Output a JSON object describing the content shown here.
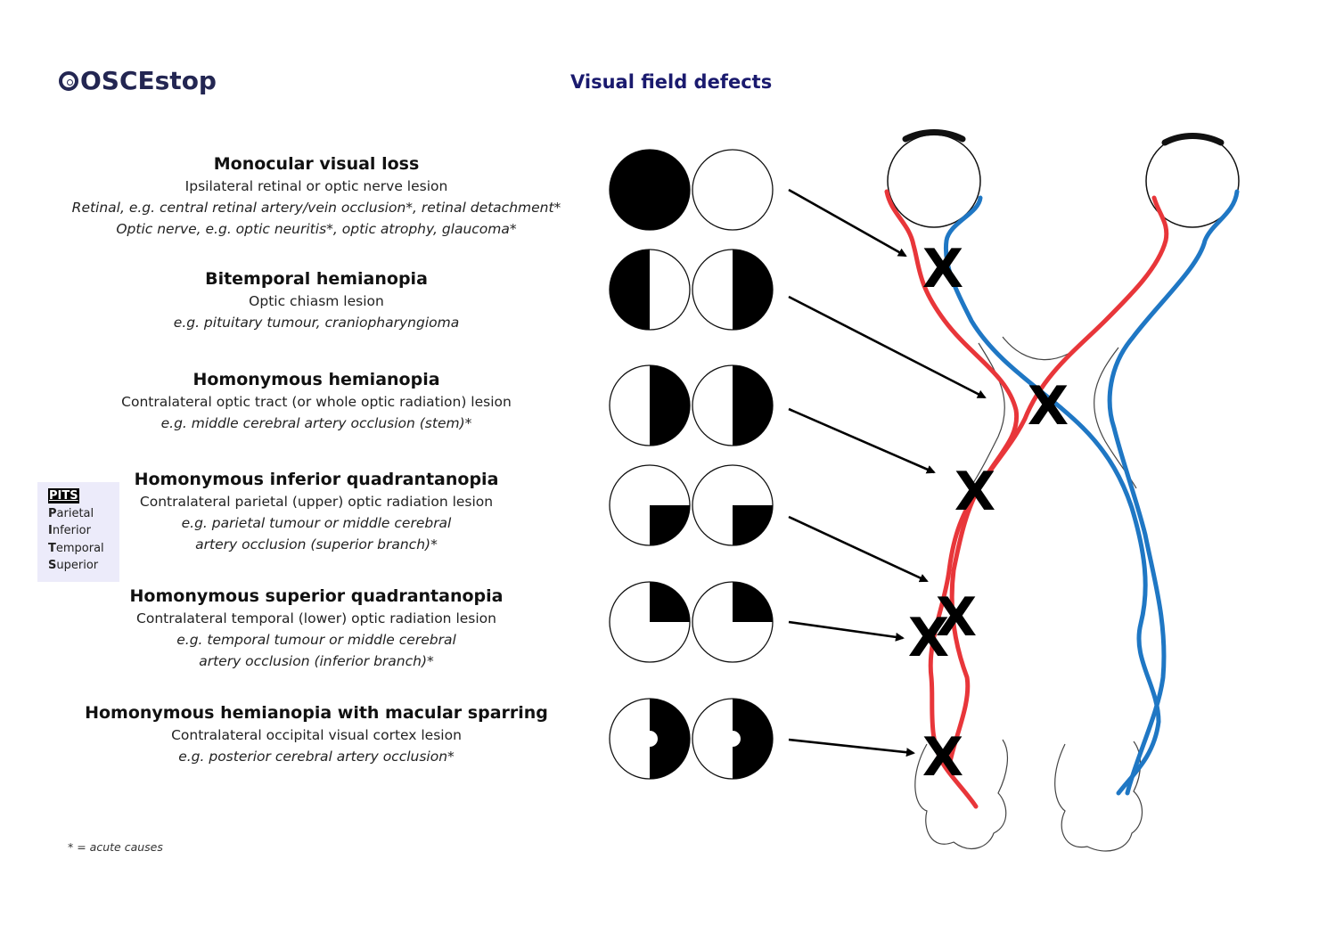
{
  "header": {
    "logo_text": "OSCEstop",
    "title": "Visual field defects"
  },
  "defects": [
    {
      "name": "Monocular visual loss",
      "lines": [
        {
          "text": "Ipsilateral retinal or optic nerve lesion",
          "italic": false
        },
        {
          "text": "Retinal, e.g. central retinal artery/vein occlusion*, retinal detachment*",
          "italic": true
        },
        {
          "text": "Optic nerve, e.g. optic neuritis*, optic atrophy, glaucoma*",
          "italic": true
        }
      ],
      "field_pattern": "left-eye-blind"
    },
    {
      "name": "Bitemporal hemianopia",
      "lines": [
        {
          "text": "Optic chiasm lesion",
          "italic": false
        },
        {
          "text": "e.g. pituitary tumour, craniopharyngioma",
          "italic": true
        }
      ],
      "field_pattern": "bitemporal"
    },
    {
      "name": "Homonymous hemianopia",
      "lines": [
        {
          "text": "Contralateral optic tract (or whole optic radiation) lesion",
          "italic": false
        },
        {
          "text": "e.g. middle cerebral artery occlusion (stem)*",
          "italic": true
        }
      ],
      "field_pattern": "right-homonymous-half"
    },
    {
      "name": "Homonymous inferior quadrantanopia",
      "lines": [
        {
          "text": "Contralateral parietal (upper) optic radiation lesion",
          "italic": false
        },
        {
          "text": "e.g. parietal tumour or middle cerebral",
          "italic": true
        },
        {
          "text": "artery occlusion (superior branch)*",
          "italic": true
        }
      ],
      "field_pattern": "right-inferior-quadrant"
    },
    {
      "name": "Homonymous superior quadrantanopia",
      "lines": [
        {
          "text": "Contralateral temporal (lower) optic radiation lesion",
          "italic": false
        },
        {
          "text": "e.g.  temporal tumour or middle cerebral",
          "italic": true
        },
        {
          "text": "artery occlusion (inferior branch)*",
          "italic": true
        }
      ],
      "field_pattern": "right-superior-quadrant"
    },
    {
      "name": "Homonymous hemianopia with macular sparring",
      "lines": [
        {
          "text": "Contralateral occipital visual cortex lesion",
          "italic": false
        },
        {
          "text": "e.g. posterior cerebral artery occlusion*",
          "italic": true
        }
      ],
      "field_pattern": "right-half-macular-sparing"
    }
  ],
  "mnemonic": {
    "title": "PITS",
    "items": [
      {
        "letter": "P",
        "rest": "arietal"
      },
      {
        "letter": "I",
        "rest": "nferior"
      },
      {
        "letter": "T",
        "rest": "emporal"
      },
      {
        "letter": "S",
        "rest": "uperior"
      }
    ]
  },
  "footnote": "* = acute causes",
  "pathway": {
    "lesion_marker": "X",
    "colors": {
      "temporal_fibres": "#e8363a",
      "nasal_fibres": "#1f77c4",
      "field_loss": "#000000",
      "title": "#1a1a6e",
      "mnemonic_bg": "#ecebfa"
    }
  }
}
